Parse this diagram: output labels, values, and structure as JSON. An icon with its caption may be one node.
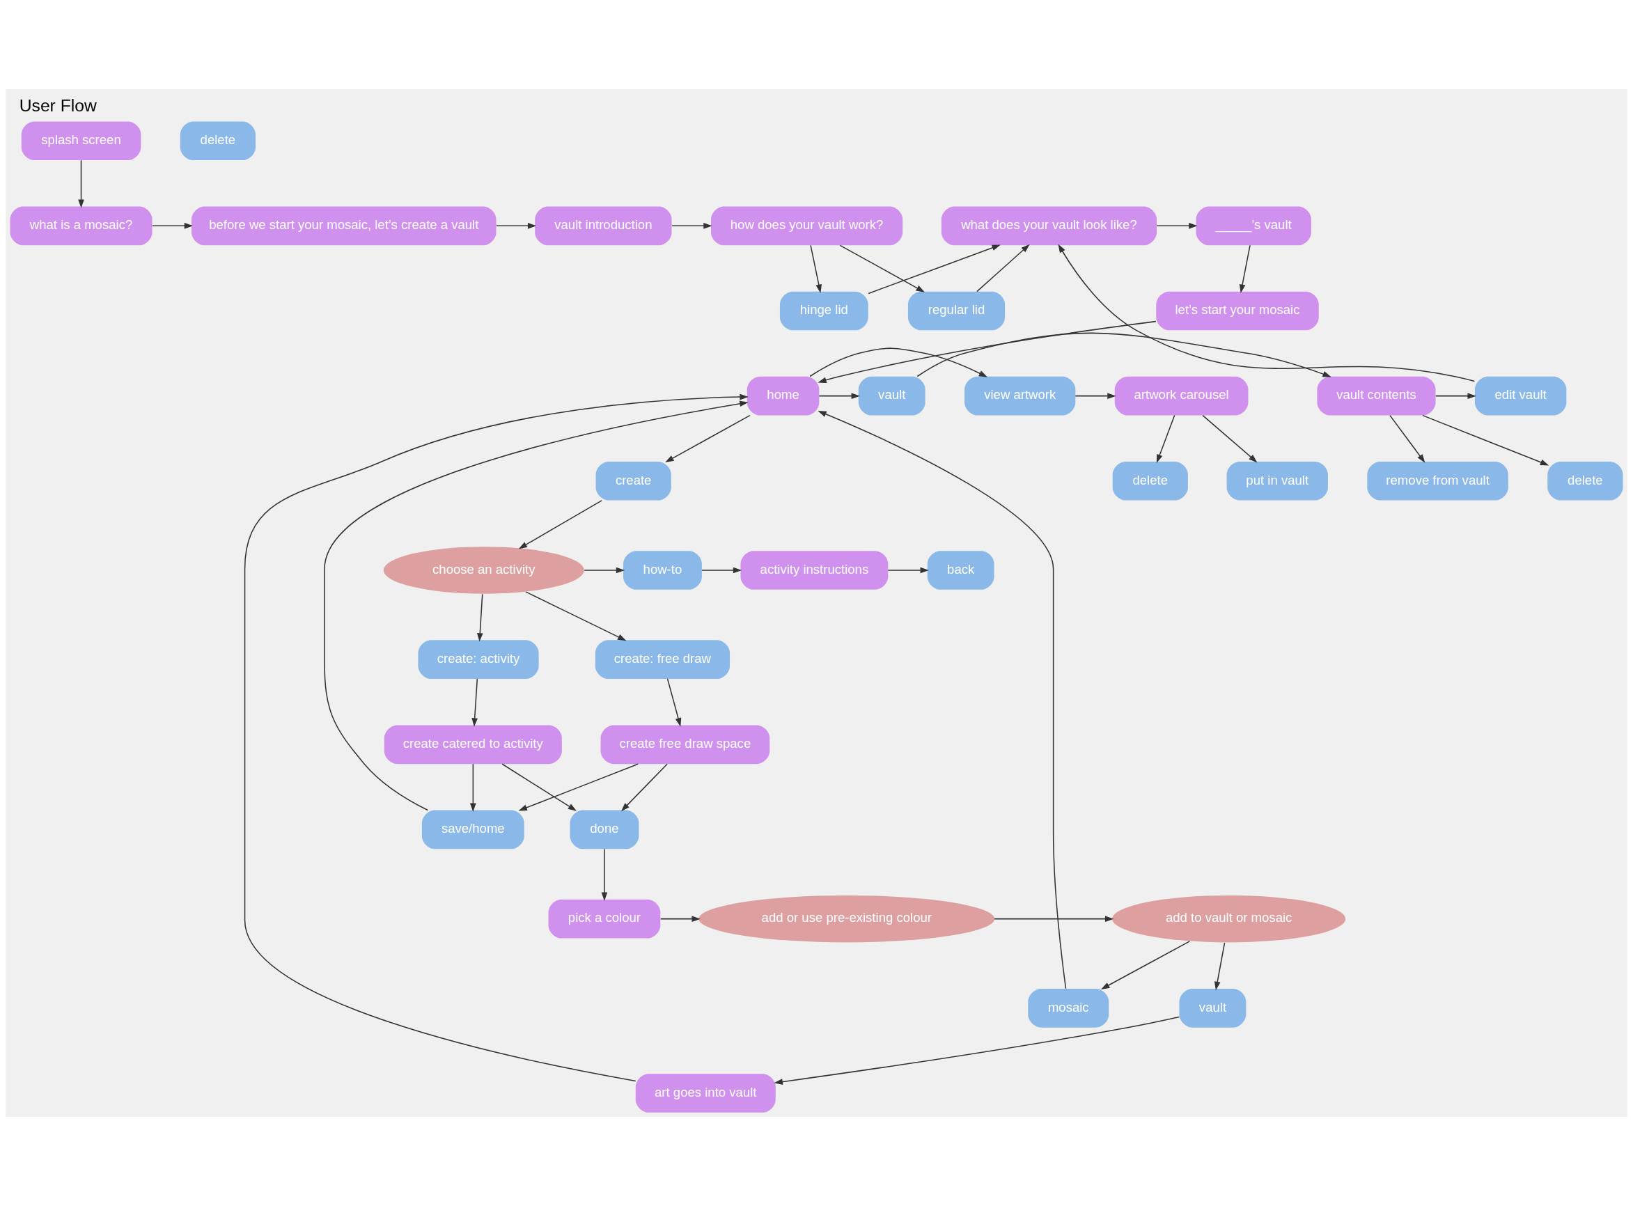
{
  "diagram": {
    "title": "User Flow",
    "nodes": [
      {
        "text": [
          "splash screen"
        ]
      },
      {
        "text": [
          "what is a mosaic?"
        ]
      },
      {
        "text": [
          "before we start your mosaic, let’s create a vault"
        ]
      },
      {
        "text": [
          "vault introduction"
        ]
      },
      {
        "text": [
          "how does your vault work?"
        ]
      },
      {
        "text": [
          "hinge lid"
        ]
      },
      {
        "text": [
          "what does your vault look like?"
        ]
      },
      {
        "text": [
          "regular lid"
        ]
      },
      {
        "text": [
          "_____’s vault"
        ]
      },
      {
        "text": [
          "let’s start your mosaic"
        ]
      },
      {
        "text": [
          "remove from vault"
        ]
      },
      {
        "text": [
          "delete"
        ]
      },
      {
        "text": [
          "edit vault"
        ]
      },
      {
        "text": [
          "vault contents"
        ]
      },
      {
        "text": [
          "vault"
        ]
      },
      {
        "text": [
          "home"
        ]
      },
      {
        "text": [
          "view artwork"
        ]
      },
      {
        "text": [
          "artwork carousel"
        ]
      },
      {
        "text": [
          "delete"
        ]
      },
      {
        "text": [
          "delete"
        ]
      },
      {
        "text": [
          "put in vault"
        ]
      },
      {
        "text": [
          "create"
        ]
      },
      {
        "text": [
          "choose an activity"
        ]
      },
      {
        "text": [
          "how-to"
        ]
      },
      {
        "text": [
          "activity instructions"
        ]
      },
      {
        "text": [
          "back"
        ]
      },
      {
        "text": [
          "create: free draw"
        ]
      },
      {
        "text": [
          "create: activity"
        ]
      },
      {
        "text": [
          "create free draw space"
        ]
      },
      {
        "text": [
          "create catered to activity"
        ]
      },
      {
        "text": [
          "save/home"
        ]
      },
      {
        "text": [
          "done"
        ]
      },
      {
        "text": [
          "vault"
        ]
      },
      {
        "text": [
          "art goes into vault"
        ]
      },
      {
        "text": [
          "pick a colour"
        ]
      },
      {
        "text": [
          "add or use pre-existing colour"
        ]
      },
      {
        "text": [
          "add to vault or mosaic"
        ]
      },
      {
        "text": [
          "mosaic"
        ]
      }
    ],
    "edges": [
      {
        "from": 0,
        "to": 1,
        "arrow": "to"
      },
      {
        "from": 1,
        "to": 2,
        "arrow": "to"
      },
      {
        "from": 2,
        "to": 3,
        "arrow": "to"
      },
      {
        "from": 3,
        "to": 4,
        "arrow": "to"
      },
      {
        "from": 4,
        "to": 5,
        "arrow": "to"
      },
      {
        "from": 4,
        "to": 7,
        "arrow": "to"
      },
      {
        "from": 5,
        "to": 6,
        "arrow": "to"
      },
      {
        "from": 7,
        "to": 6,
        "arrow": "to"
      },
      {
        "from": 6,
        "to": 8,
        "arrow": "to"
      },
      {
        "from": 8,
        "to": 9,
        "arrow": "to"
      },
      {
        "from": 9,
        "to": 15,
        "arrow": "to"
      },
      {
        "from": 15,
        "to": 14,
        "arrow": "to"
      },
      {
        "from": 14,
        "to": 13,
        "arrow": "to"
      },
      {
        "from": 13,
        "to": 12,
        "arrow": "to"
      },
      {
        "from": 13,
        "to": 10,
        "arrow": "to"
      },
      {
        "from": 13,
        "to": 19,
        "arrow": "to"
      },
      {
        "from": 12,
        "to": 6,
        "arrow": "to"
      },
      {
        "from": 15,
        "to": 16,
        "arrow": "to"
      },
      {
        "from": 16,
        "to": 17,
        "arrow": "to"
      },
      {
        "from": 17,
        "to": 11,
        "arrow": "to"
      },
      {
        "from": 17,
        "to": 20,
        "arrow": "to"
      },
      {
        "from": 15,
        "to": 21,
        "arrow": "to"
      },
      {
        "from": 21,
        "to": 22,
        "arrow": "to"
      },
      {
        "from": 22,
        "to": 23,
        "arrow": "to"
      },
      {
        "from": 23,
        "to": 24,
        "arrow": "to"
      },
      {
        "from": 24,
        "to": 25,
        "arrow": "to"
      },
      {
        "from": 22,
        "to": 26,
        "arrow": "to"
      },
      {
        "from": 22,
        "to": 27,
        "arrow": "to"
      },
      {
        "from": 26,
        "to": 28,
        "arrow": "to"
      },
      {
        "from": 27,
        "to": 29,
        "arrow": "to"
      },
      {
        "from": 28,
        "to": 30,
        "arrow": "to"
      },
      {
        "from": 28,
        "to": 31,
        "arrow": "to"
      },
      {
        "from": 29,
        "to": 30,
        "arrow": "to"
      },
      {
        "from": 29,
        "to": 31,
        "arrow": "to"
      },
      {
        "from": 30,
        "to": 15,
        "arrow": "to"
      },
      {
        "from": 31,
        "to": 34,
        "arrow": "to"
      },
      {
        "from": 34,
        "to": 35,
        "arrow": "to"
      },
      {
        "from": 35,
        "to": 36,
        "arrow": "to"
      },
      {
        "from": 36,
        "to": 32,
        "arrow": "to"
      },
      {
        "from": 36,
        "to": 37,
        "arrow": "to"
      },
      {
        "from": 32,
        "to": 33,
        "arrow": "to"
      },
      {
        "from": 33,
        "to": 15,
        "arrow": "to"
      },
      {
        "from": 37,
        "to": 15,
        "arrow": "to"
      }
    ]
  }
}
